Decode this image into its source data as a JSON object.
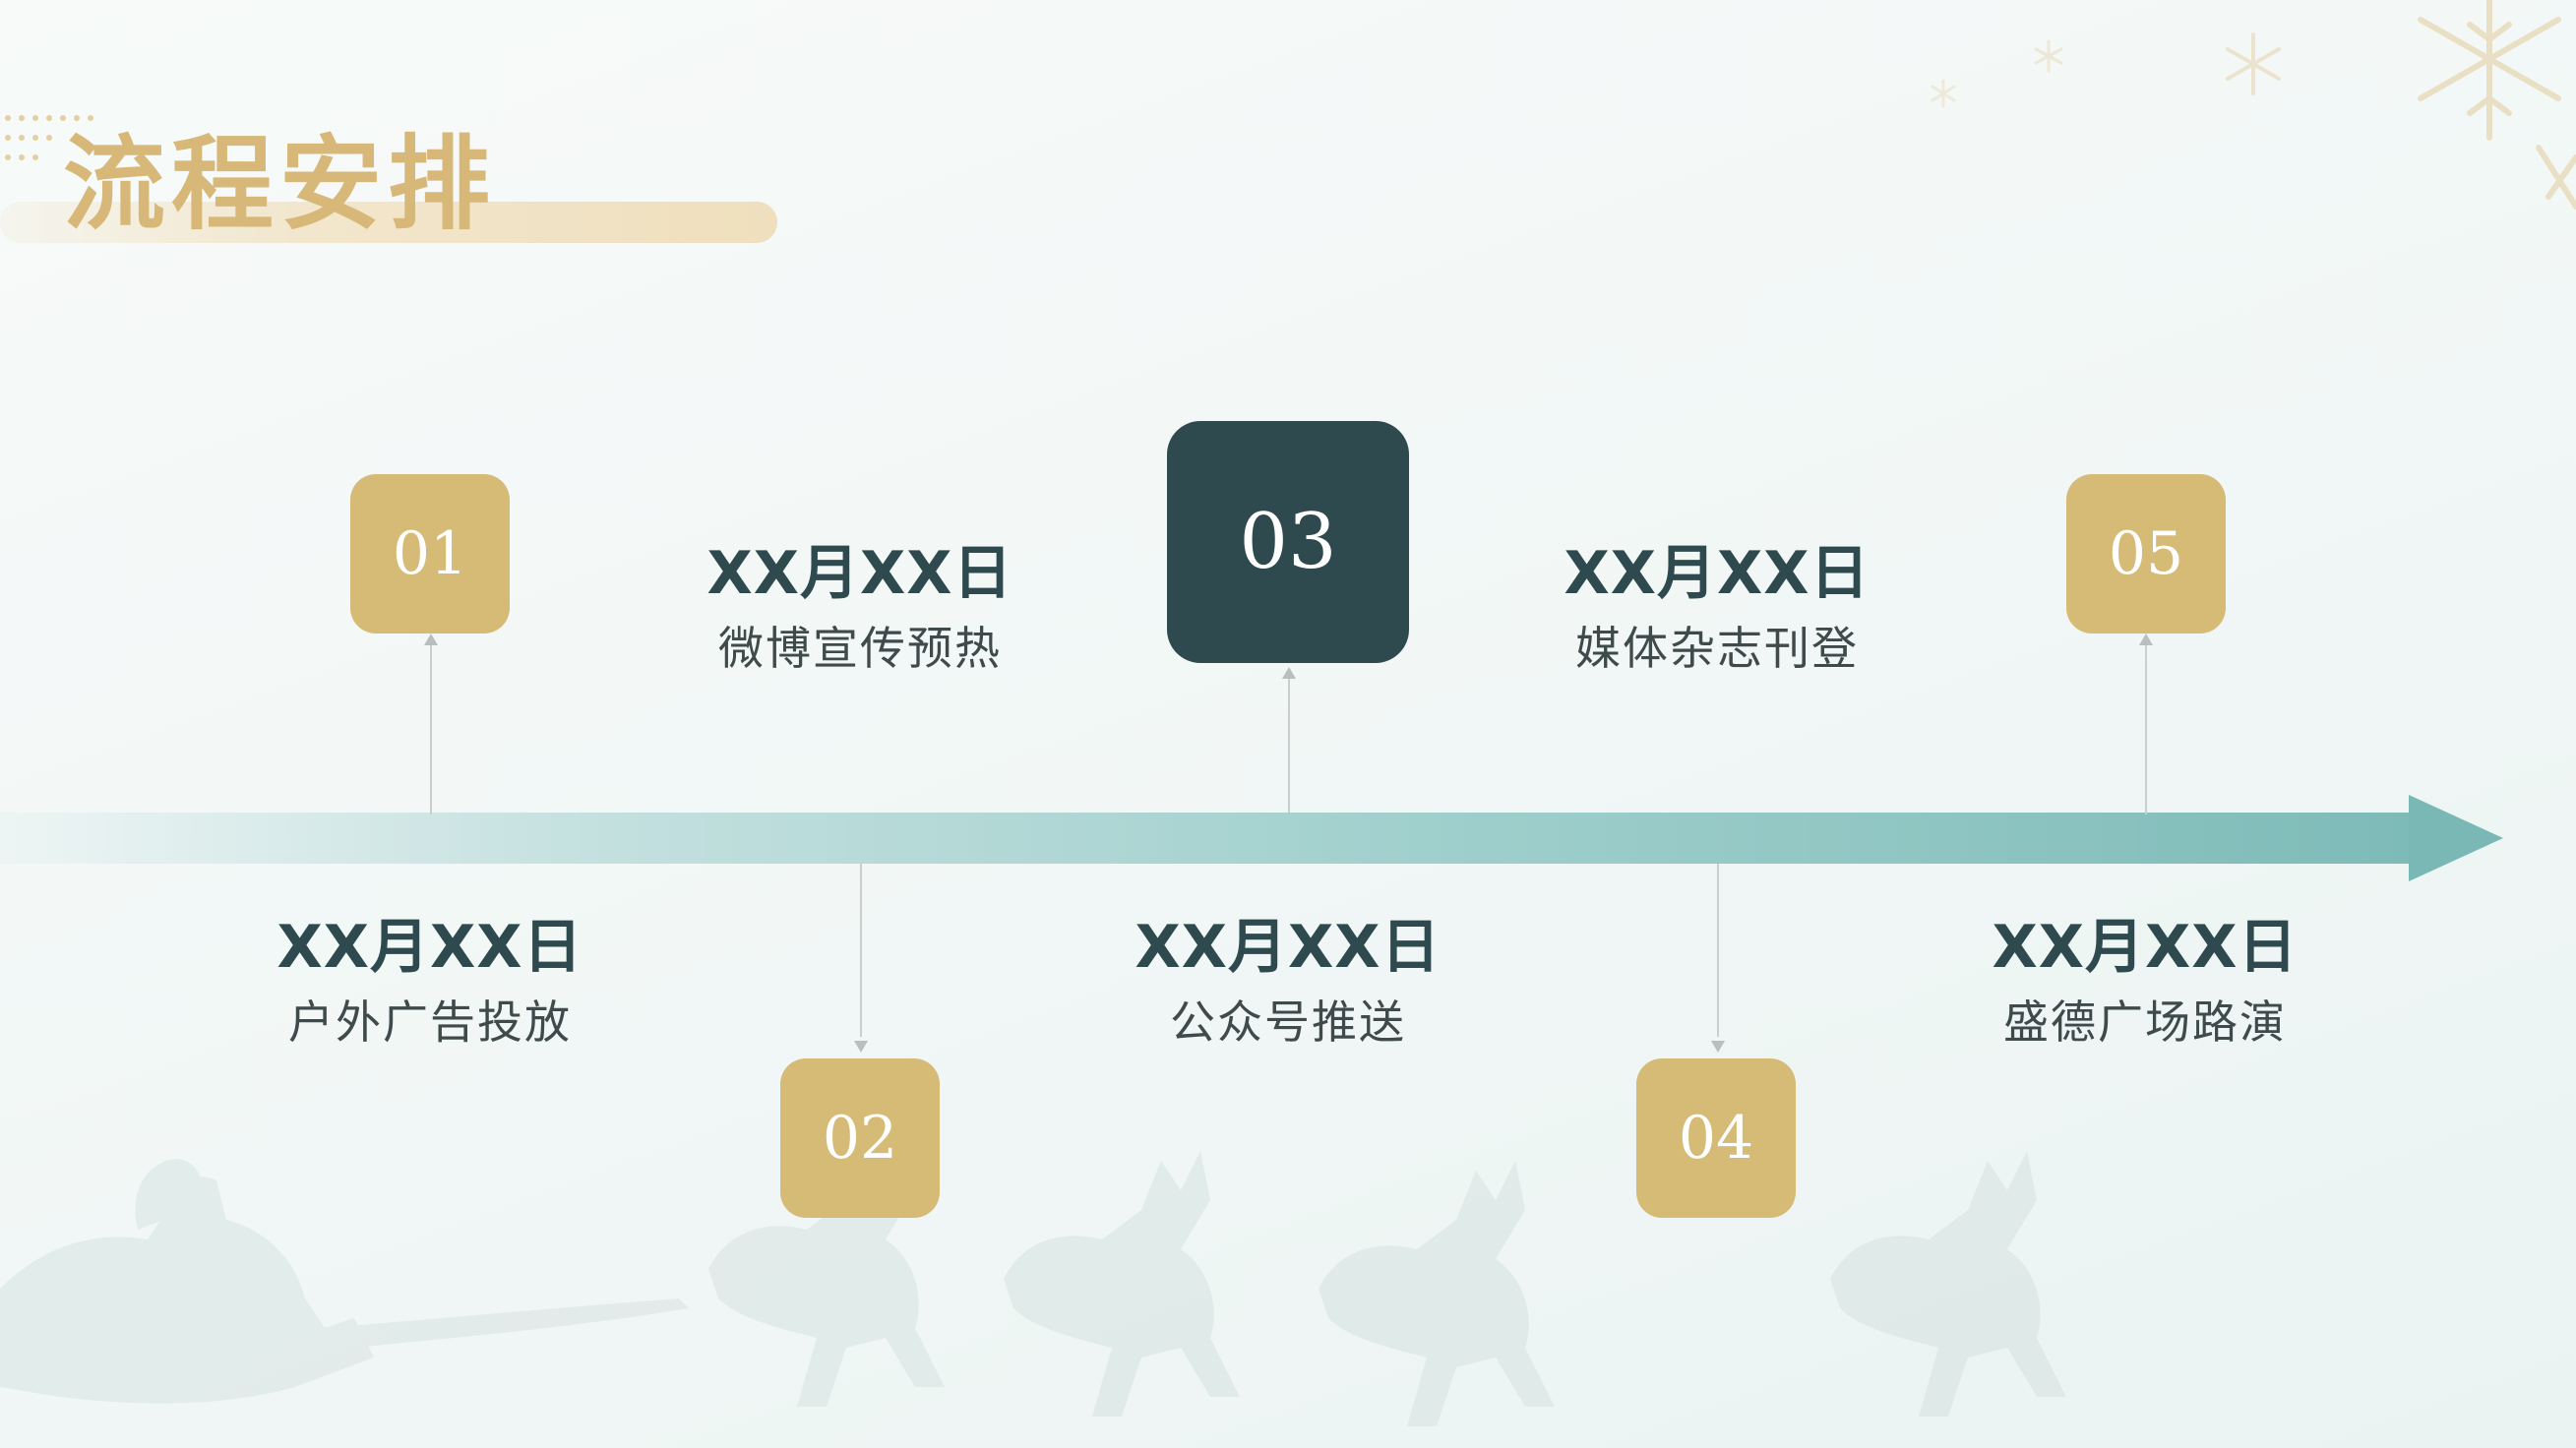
{
  "header": {
    "title": "流程安排"
  },
  "colors": {
    "gold": "#d6bb77",
    "dark_teal": "#2f4a4e",
    "title_gold": "#d8b878",
    "date_text": "#2f4a4e"
  },
  "timeline": {
    "steps": [
      {
        "number": "01",
        "date": "XX月XX日",
        "desc": "户外广告投放"
      },
      {
        "number": "02",
        "date": "XX月XX日",
        "desc": "微博宣传预热"
      },
      {
        "number": "03",
        "date": "XX月XX日",
        "desc": "公众号推送"
      },
      {
        "number": "04",
        "date": "XX月XX日",
        "desc": "媒体杂志刊登"
      },
      {
        "number": "05",
        "date": "XX月XX日",
        "desc": "盛德广场路演"
      }
    ]
  },
  "icons": {
    "snowflake": "snowflake-icon",
    "reindeer": "reindeer-sleigh-silhouette"
  }
}
